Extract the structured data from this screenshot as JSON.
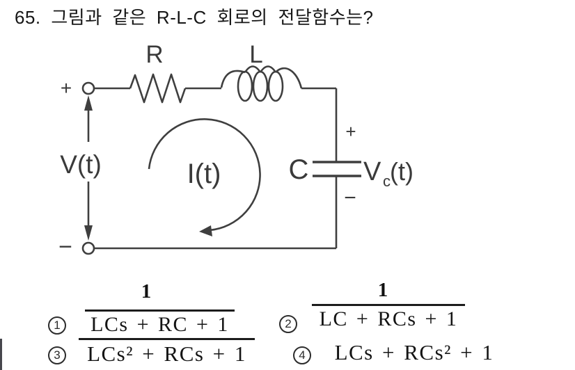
{
  "question": {
    "title": "65. 그림과 같은 R-L-C 회로의 전달함수는?"
  },
  "circuit": {
    "resistor_label": "R",
    "inductor_label": "L",
    "capacitor_label": "C",
    "source_label": "V(t)",
    "current_label": "I(t)",
    "cap_voltage": {
      "main": "V",
      "sub": "c",
      "arg": "(t)"
    },
    "source_plus": "+",
    "source_minus": "−",
    "cap_plus": "+",
    "cap_minus": "−"
  },
  "choices": {
    "c1": {
      "marker": "1",
      "numerator": "1",
      "denominator": "LCs + RC + 1"
    },
    "c2": {
      "marker": "2",
      "numerator": "1",
      "denominator": "LC + RCs + 1"
    },
    "c3": {
      "marker": "3",
      "expression": "LCs² + RCs + 1"
    },
    "c4": {
      "marker": "4",
      "expression": "LCs + RCs² + 1"
    }
  }
}
